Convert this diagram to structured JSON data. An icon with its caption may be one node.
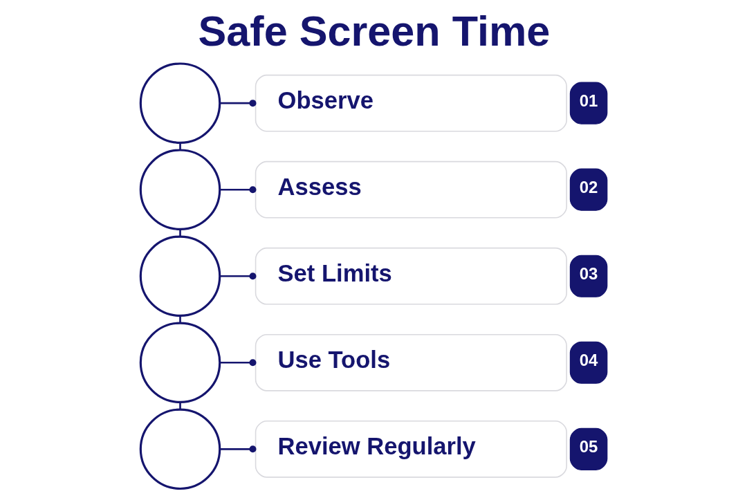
{
  "diagram": {
    "title": "Safe Screen Time",
    "nodes": [
      {
        "text": [],
        "shape": "circle"
      },
      {
        "text": [
          "Observe"
        ]
      },
      {
        "text": [
          "01"
        ]
      },
      {
        "text": [],
        "shape": "circle"
      },
      {
        "text": [
          "Assess"
        ]
      },
      {
        "text": [
          "02"
        ]
      },
      {
        "text": [],
        "shape": "circle"
      },
      {
        "text": [
          "Set Limits"
        ]
      },
      {
        "text": [
          "03"
        ]
      },
      {
        "text": [],
        "shape": "circle"
      },
      {
        "text": [
          "Use Tools"
        ]
      },
      {
        "text": [
          "04"
        ]
      },
      {
        "text": [],
        "shape": "circle"
      },
      {
        "text": [
          "Review Regularly"
        ]
      },
      {
        "text": [
          "05"
        ]
      }
    ],
    "edges": [
      {
        "from": 0,
        "to": 1,
        "arrow": "other"
      },
      {
        "from": 0,
        "to": 3,
        "arrow": "none"
      },
      {
        "from": 3,
        "to": 4,
        "arrow": "other"
      },
      {
        "from": 3,
        "to": 6,
        "arrow": "none"
      },
      {
        "from": 6,
        "to": 7,
        "arrow": "other"
      },
      {
        "from": 6,
        "to": 9,
        "arrow": "none"
      },
      {
        "from": 9,
        "to": 10,
        "arrow": "other"
      },
      {
        "from": 9,
        "to": 12,
        "arrow": "none"
      },
      {
        "from": 12,
        "to": 13,
        "arrow": "other"
      }
    ]
  }
}
